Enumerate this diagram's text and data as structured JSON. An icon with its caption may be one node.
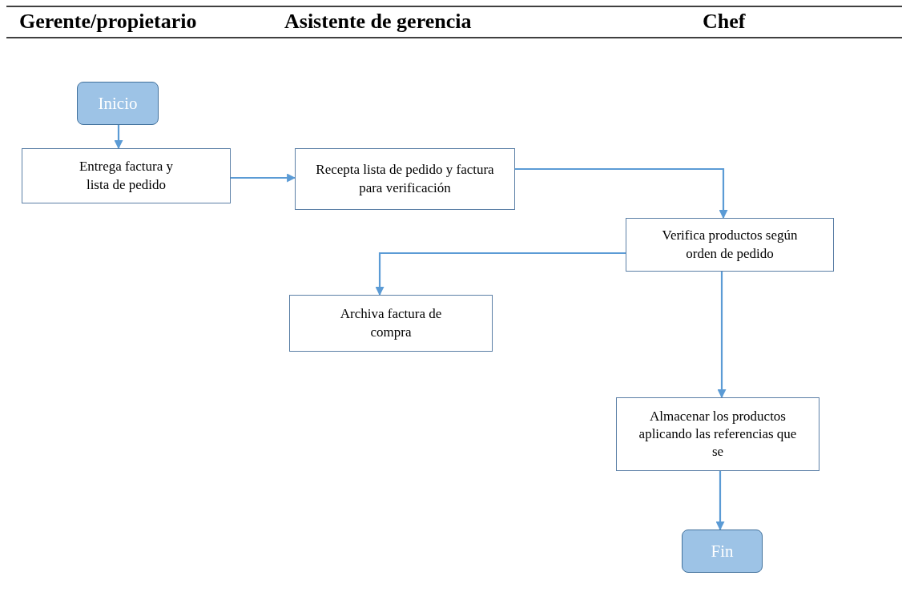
{
  "diagram": {
    "nodes": [
      {
        "text": [
          "Inicio"
        ]
      },
      {
        "text": [
          "Entrega factura y lista de pedido"
        ]
      },
      {
        "text": [
          "Recepta lista de pedido y factura para verificación"
        ]
      },
      {
        "text": [
          "Verifica productos según orden de pedido"
        ]
      },
      {
        "text": [
          "Archiva factura de compra"
        ]
      },
      {
        "text": [
          "Almacenar los productos aplicando las referencias que se"
        ]
      },
      {
        "text": [
          "Fin"
        ]
      }
    ],
    "edges": [
      {
        "from": 0,
        "to": 1,
        "arrow": "to"
      },
      {
        "from": 1,
        "to": 2,
        "arrow": "to"
      },
      {
        "from": 2,
        "to": 3,
        "arrow": "to"
      },
      {
        "from": 3,
        "to": 4,
        "arrow": "to"
      },
      {
        "from": 3,
        "to": 5,
        "arrow": "to"
      },
      {
        "from": 5,
        "to": 6,
        "arrow": "to"
      }
    ],
    "labels": [
      "Gerente/propietario",
      "Asistente de gerencia",
      "Chef"
    ]
  }
}
